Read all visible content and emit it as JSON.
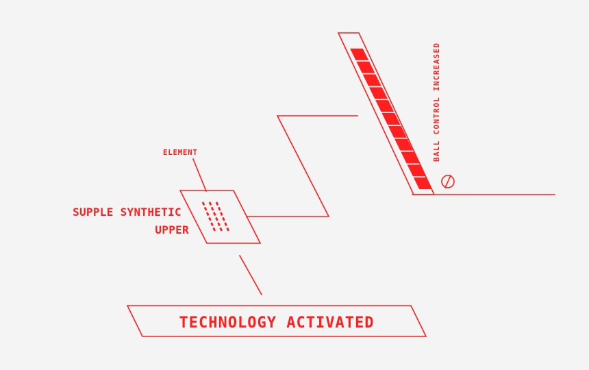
{
  "colors": {
    "accent": "#ff1f1f",
    "background": "#f4f4f4"
  },
  "labels": {
    "element": "ELEMENT",
    "supple_line1": "SUPPLE SYNTHETIC",
    "supple_line2": "UPPER",
    "technology_activated": "TECHNOLOGY ACTIVATED",
    "ball_control": "BALL CONTROL INCREASED"
  },
  "meter": {
    "icon": "no-sign-icon",
    "filled_segments": 11,
    "total_segments": 11
  },
  "icons": {
    "upper_texture": "perforation-pattern-icon"
  }
}
